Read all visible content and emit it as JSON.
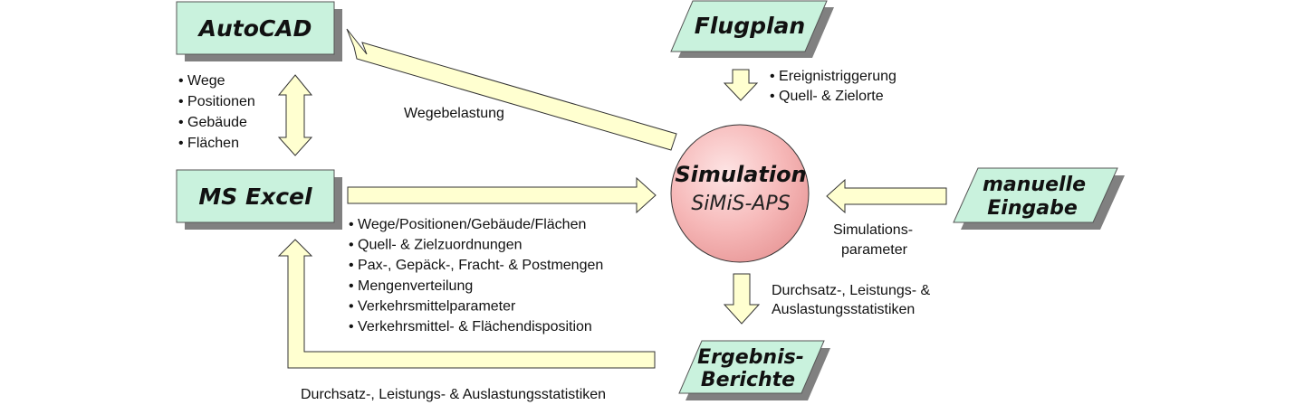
{
  "nodes": {
    "autocad": "AutoCAD",
    "excel": "MS Excel",
    "flugplan": "Flugplan",
    "simulation_title": "Simulation",
    "simulation_sub": "SiMiS-APS",
    "manuelle_line1": "manuelle",
    "manuelle_line2": "Eingabe",
    "ergebnis_line1": "Ergebnis-",
    "ergebnis_line2": "Berichte"
  },
  "autocad_excel_items": [
    "Wege",
    "Positionen",
    "Gebäude",
    "Flächen"
  ],
  "flugplan_items": [
    "Ereignistriggerung",
    "Quell- & Zielorte"
  ],
  "excel_sim_items": [
    "Wege/Positionen/Gebäude/Flächen",
    "Quell- & Zielzuordnungen",
    "Pax-, Gepäck-, Fracht- & Postmengen",
    "Mengenverteilung",
    "Verkehrsmittelparameter",
    "Verkehrsmittel- & Flächendisposition"
  ],
  "labels": {
    "wegebelastung": "Wegebelastung",
    "sim_param_line1": "Simulations-",
    "sim_param_line2": "parameter",
    "durchsatz_line1": "Durchsatz-, Leistungs- &",
    "durchsatz_line2": "Auslastungsstatistiken",
    "bottom_feedback": "Durchsatz-, Leistungs- & Auslastungsstatistiken"
  },
  "bullet": "•",
  "colors": {
    "box_fill": "#c9f2dd",
    "box_shadow": "#7a7a7a",
    "arrow_fill": "#ffffd0",
    "circle_fill": "#f7c0c0"
  }
}
